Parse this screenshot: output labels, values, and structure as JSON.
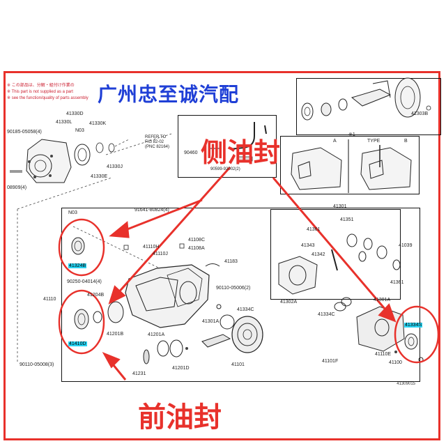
{
  "watermark": "广州忠至诚汽配",
  "callouts": {
    "side_seal": "侧油封",
    "front_seal": "前油封"
  },
  "notes": [
    "※ この部品は、分解・組付け作業の",
    "※ This part is not supplied as a part",
    "※ see the function/quality of parts assembly"
  ],
  "boxes": {
    "refer_to": "REFER TO\nFIG 82-02\n(PNC 82164)",
    "type_a": "A",
    "type_label": "TYPE",
    "type_b": "B",
    "star1": "※1"
  },
  "part_labels": [
    "41330D",
    "41330L",
    "N03",
    "41330K",
    "90185-05058(4)",
    "41330E",
    "41330J",
    "90460",
    "08909(4)",
    "N03",
    "91641-80824(4)",
    "41108C",
    "41108A",
    "41110H",
    "41110J",
    "90250-04014(4)",
    "41183",
    "90110-05006(2)",
    "41110",
    "41204B",
    "41201B",
    "41201A",
    "41201D",
    "41231",
    "90110-05008(3)",
    "41334C",
    "41301A",
    "41301",
    "41361",
    "41351",
    "41343",
    "41342",
    "41039",
    "41361",
    "41302A",
    "41334C",
    "41301A",
    "41101F",
    "41110E",
    "41100",
    "41101",
    "90599-92002(2)",
    "41303B"
  ],
  "highlight_labels": {
    "upper_left": "41324B",
    "lower_left": "41410D",
    "right": "41334S"
  },
  "figure_id": "41309015",
  "colors": {
    "accent_red": "#e8312b",
    "watermark_blue": "#1f3fd6",
    "highlight_cyan": "#29d3f2"
  }
}
